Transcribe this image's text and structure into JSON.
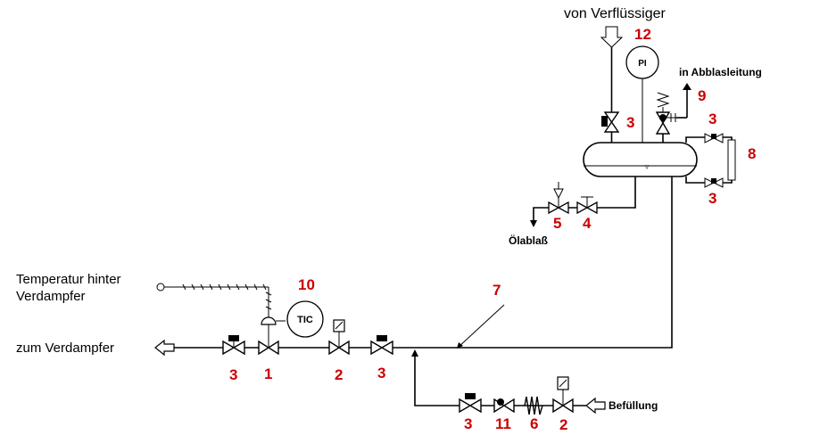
{
  "colors": {
    "number": "#cc0000",
    "line": "#000000",
    "background": "#ffffff"
  },
  "labels": {
    "von_verfluessiger": "von Verflüssiger",
    "in_abblasleitung": "in Abblasleitung",
    "oelablass": "Ölablaß",
    "temperatur_line1": "Temperatur hinter",
    "temperatur_line2": "Verdampfer",
    "zum_verdampfer": "zum Verdampfer",
    "befuellung": "Befüllung",
    "pi": "PI",
    "tic": "TIC"
  },
  "numbers": {
    "n12": "12",
    "n3_top": "3",
    "n9": "9",
    "n3_right_top": "3",
    "n8": "8",
    "n3_right_bottom": "3",
    "n5": "5",
    "n4": "4",
    "n10": "10",
    "n7": "7",
    "n3_left": "3",
    "n1": "1",
    "n2_main": "2",
    "n3_main": "3",
    "n3_bottom": "3",
    "n11": "11",
    "n6": "6",
    "n2_bottom": "2"
  },
  "icons": {
    "valve": "bowtie-valve-icon",
    "arrow": "hollow-arrow-icon",
    "gauge": "pressure-gauge-icon",
    "controller": "temperature-controller-icon",
    "safety": "safety-valve-icon"
  }
}
